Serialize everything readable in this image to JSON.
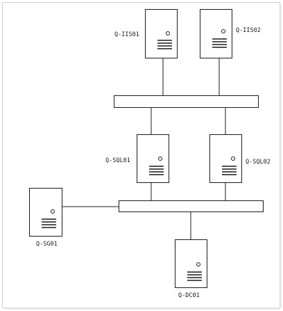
{
  "diagram": {
    "servers": {
      "iis01": {
        "label": "Q-IIS01"
      },
      "iis02": {
        "label": "Q-IIS02"
      },
      "sql01": {
        "label": "Q-SQL01"
      },
      "sql02": {
        "label": "Q-SQL02"
      },
      "sg01": {
        "label": "Q-SG01"
      },
      "dc01": {
        "label": "Q-DC01"
      }
    },
    "buses": [
      {
        "id": "web-bus",
        "connects": [
          "Q-IIS01",
          "Q-IIS02",
          "Q-SQL01",
          "Q-SQL02"
        ]
      },
      {
        "id": "db-bus",
        "connects": [
          "Q-SQL01",
          "Q-SQL02",
          "Q-SG01",
          "Q-DC01"
        ]
      }
    ],
    "colors": {
      "stroke": "#1a1a1a",
      "fill": "#ffffff",
      "frame": "#cfcfcf"
    }
  }
}
